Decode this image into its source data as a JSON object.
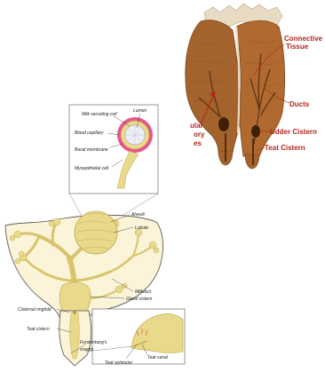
{
  "udder_section": {
    "labels": {
      "connective": "Connective",
      "tissue": "Tissue",
      "ducts": "Ducts",
      "udder_cistern": "Udder Cistern",
      "teat_cistern": "Teat Cistern",
      "glandular_1": "ular",
      "glandular_2": "ory",
      "glandular_3": "es"
    },
    "colors": {
      "tissue": "#a4632c",
      "tissue_light": "#c77b3a",
      "duct": "#5e3415",
      "label": "#b3261e",
      "wrap": "#e8dbc4"
    }
  },
  "alveolus_box": {
    "labels": {
      "milk_secreting_cell": "Milk secreting cell",
      "lumen": "Lumen",
      "blood_capillary": "Blood capillary",
      "basal_membrane": "Basal membrane",
      "myoepithelial_cell": "Myoepithelial cell"
    }
  },
  "gland_diagram": {
    "labels": {
      "alveoli": "Alveoli",
      "lobule": "Lobule",
      "milkduct": "Milkduct",
      "gland_cistern": "Gland cistern",
      "cisternal_ringfold": "Cisternal ringfold",
      "teat_cistern": "Teat cistern",
      "furstenbergs_rosette_1": "Furstenberg's",
      "furstenbergs_rosette_2": "rosette",
      "teat_sphincter": "Teat sphincter",
      "teat_canal": "Teat canal"
    },
    "colors": {
      "gland": "#e9d98b",
      "gland_dark": "#b9a245",
      "outline": "#4a4a4a"
    }
  }
}
